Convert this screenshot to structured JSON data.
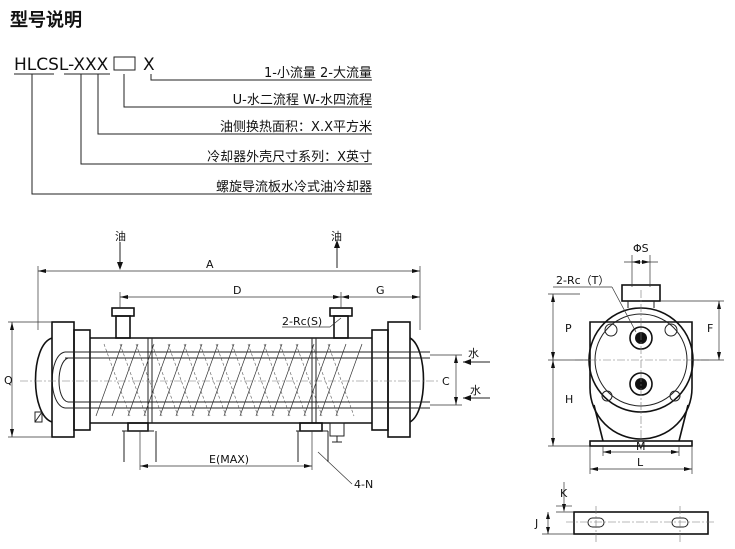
{
  "title": "型号说明",
  "model_code": "HLCSL-XXX",
  "model_suffix": "X",
  "legend": [
    {
      "label": "1-小流量 2-大流量"
    },
    {
      "label": "U-水二流程 W-水四流程"
    },
    {
      "label": "油侧换热面积：X.X平方米"
    },
    {
      "label": "冷却器外壳尺寸系列：X英寸"
    },
    {
      "label": "螺旋导流板水冷式油冷却器"
    }
  ],
  "labels": {
    "oil_in": "油",
    "oil_out": "油",
    "water_in": "水",
    "water_out": "水",
    "port_oil": "2-Rc(S)",
    "port_water": "2-Rc（T）",
    "bolt_holes": "4-N",
    "phi_s": "ΦS"
  },
  "dimensions": {
    "A": "A",
    "D": "D",
    "G": "G",
    "E": "E(MAX)",
    "Q": "Q",
    "C": "C",
    "P": "P",
    "H": "H",
    "F": "F",
    "M": "M",
    "L": "L",
    "K": "K",
    "J": "J"
  }
}
